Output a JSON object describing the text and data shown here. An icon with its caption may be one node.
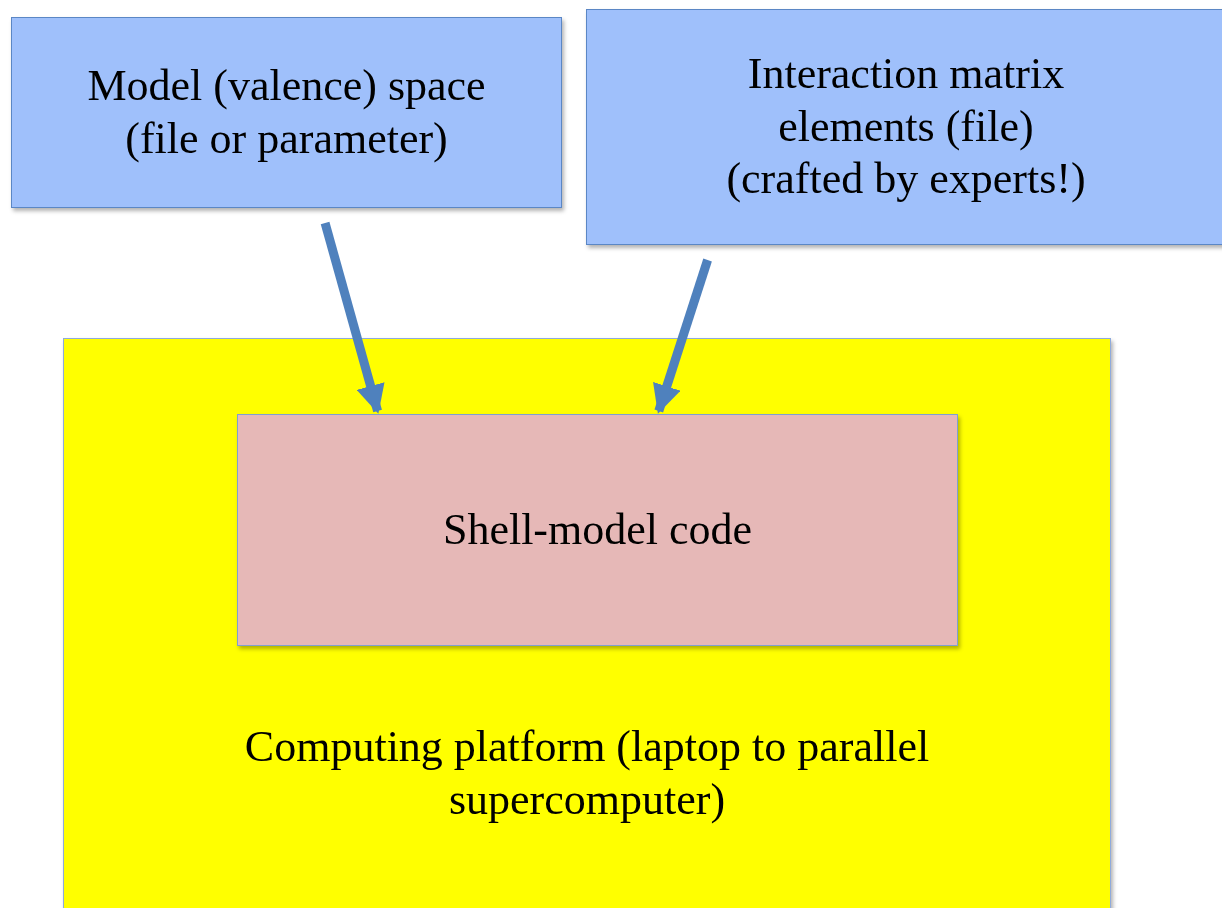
{
  "diagram": {
    "nodes": [
      {
        "text": [
          "Model (valence) space (file or parameter)"
        ]
      },
      {
        "text": [
          "Interaction matrix elements (file) (crafted by experts!)"
        ]
      },
      {
        "text": [
          "Computing platform (laptop to parallel supercomputer)"
        ]
      },
      {
        "text": [
          "Shell-model code"
        ],
        "in": 2
      }
    ],
    "edges": [
      {
        "from": 0,
        "to": 3,
        "arrow": "to"
      },
      {
        "from": 1,
        "to": 3,
        "arrow": "to"
      }
    ]
  }
}
